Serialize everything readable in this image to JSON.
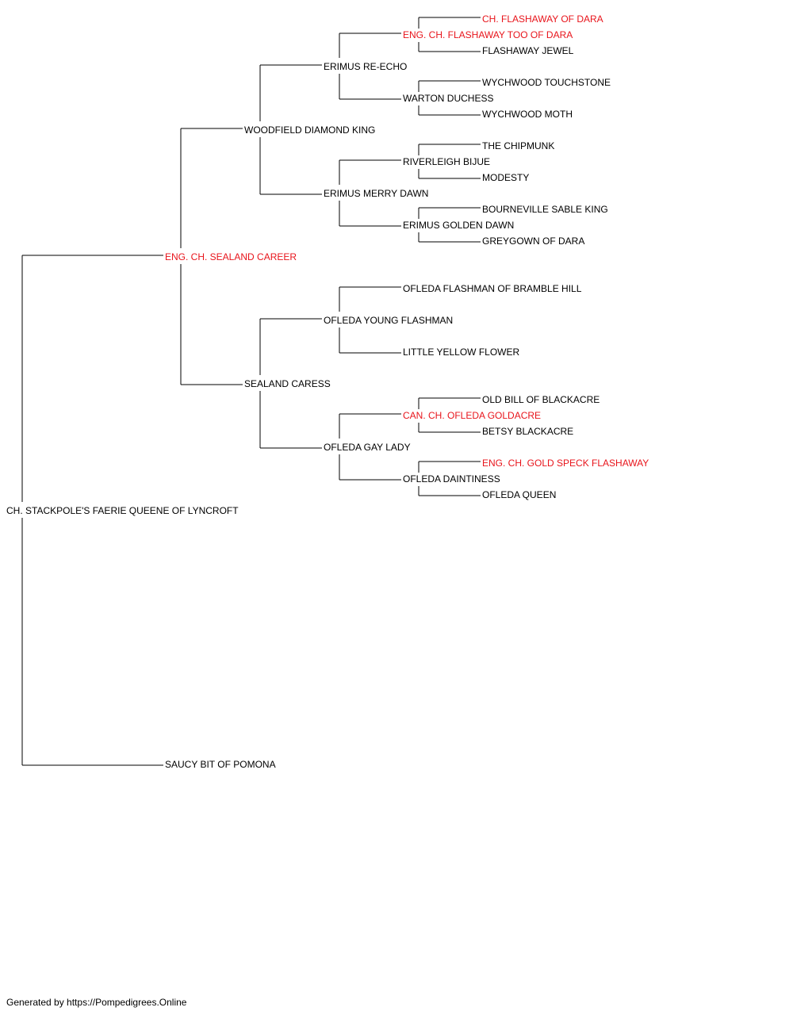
{
  "pedigree": {
    "colors": {
      "champion": "#e8141b",
      "normal": "#000000",
      "line": "#000000"
    },
    "subject": {
      "name": "CH. STACKPOLE'S FAERIE QUEENE OF LYNCROFT"
    },
    "sire": {
      "name": "ENG. CH. SEALAND CAREER",
      "champion": true
    },
    "dam": {
      "name": "SAUCY BIT OF POMONA"
    },
    "ss": {
      "name": "WOODFIELD DIAMOND KING"
    },
    "sd": {
      "name": "SEALAND CARESS"
    },
    "sss": {
      "name": "ERIMUS RE-ECHO"
    },
    "ssd": {
      "name": "ERIMUS MERRY DAWN"
    },
    "sds": {
      "name": "OFLEDA YOUNG FLASHMAN"
    },
    "sdd": {
      "name": "OFLEDA GAY LADY"
    },
    "ssss": {
      "name": "ENG. CH. FLASHAWAY TOO OF DARA",
      "champion": true
    },
    "sssd": {
      "name": "WARTON DUCHESS"
    },
    "ssds": {
      "name": "RIVERLEIGH BIJUE"
    },
    "ssdd": {
      "name": "ERIMUS GOLDEN DAWN"
    },
    "sdss": {
      "name": "OFLEDA FLASHMAN OF BRAMBLE HILL"
    },
    "sdsd": {
      "name": "LITTLE YELLOW FLOWER"
    },
    "sdds": {
      "name": "CAN. CH. OFLEDA GOLDACRE",
      "champion": true
    },
    "sddd": {
      "name": "OFLEDA DAINTINESS"
    },
    "sssss": {
      "name": "CH. FLASHAWAY OF DARA",
      "champion": true
    },
    "ssssd": {
      "name": "FLASHAWAY JEWEL"
    },
    "sssds": {
      "name": "WYCHWOOD TOUCHSTONE"
    },
    "sssdd": {
      "name": "WYCHWOOD MOTH"
    },
    "ssdss": {
      "name": "THE CHIPMUNK"
    },
    "ssdsd": {
      "name": "MODESTY"
    },
    "ssdds": {
      "name": "BOURNEVILLE SABLE KING"
    },
    "ssddd": {
      "name": "GREYGOWN OF DARA"
    },
    "sddss": {
      "name": "OLD BILL OF BLACKACRE"
    },
    "sddsd": {
      "name": "BETSY BLACKACRE"
    },
    "sddds": {
      "name": "ENG. CH. GOLD SPECK FLASHAWAY",
      "champion": true
    },
    "sdddd": {
      "name": "OFLEDA QUEEN"
    }
  },
  "footer": {
    "text": "Generated by https://Pompedigrees.Online"
  }
}
